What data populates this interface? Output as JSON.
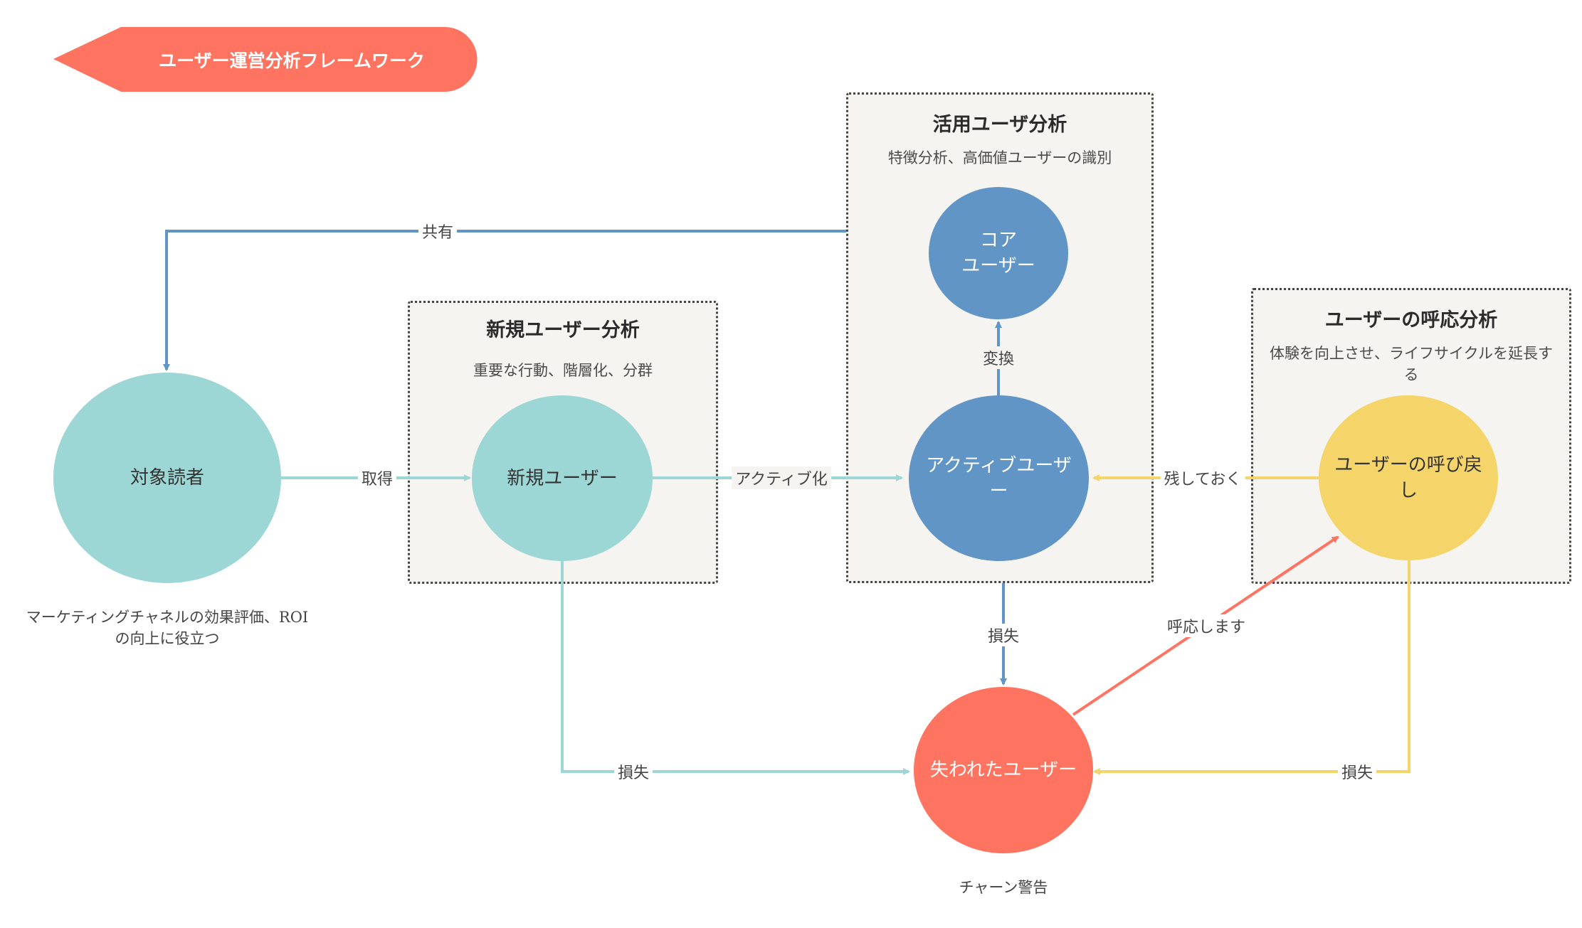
{
  "title": "ユーザー運営分析フレームワーク",
  "colors": {
    "teal": "#9dd7d5",
    "blue": "#6195c6",
    "yellow": "#f5d56a",
    "red": "#ff7460",
    "group_bg": "#f5f4f1"
  },
  "groups": {
    "new_user": {
      "title": "新規ユーザー分析",
      "desc": "重要な行動、階層化、分群"
    },
    "active_user": {
      "title": "活用ユーザ分析",
      "desc": "特徴分析、高価値ユーザーの識別"
    },
    "response": {
      "title": "ユーザーの呼応分析",
      "desc": "体験を向上させ、ライフサイクルを延長する"
    }
  },
  "nodes": {
    "audience": "対象読者",
    "new_user": "新規ユーザー",
    "active_user": "アクティブユーザー",
    "core_user": "コア\nユーザー",
    "recall": "ユーザーの呼び戻し",
    "lost_user": "失われたユーザー"
  },
  "edges": {
    "share": "共有",
    "acquire": "取得",
    "activate": "アクティブ化",
    "convert": "変換",
    "retain": "残しておく",
    "lost_active": "損失",
    "lost_new": "損失",
    "lost_recall": "損失",
    "respond": "呼応します"
  },
  "notes": {
    "audience": "マーケティングチャネルの効果評価、ROI\nの向上に役立つ",
    "lost": "チャーン警告"
  }
}
